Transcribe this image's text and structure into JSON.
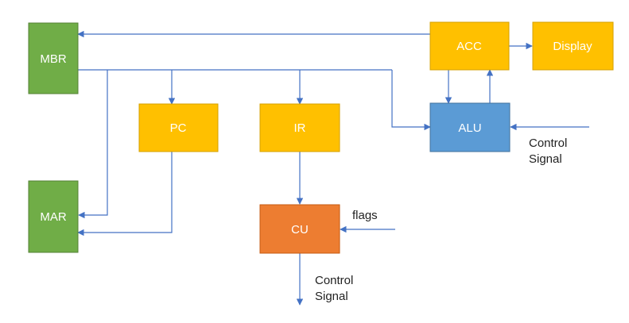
{
  "colors": {
    "green": "#70ad47",
    "green_stroke": "#538135",
    "yellow": "#ffc000",
    "yellow_stroke": "#d4a000",
    "blue": "#5b9bd5",
    "blue_stroke": "#41719c",
    "orange": "#ed7d31",
    "orange_stroke": "#c55a11",
    "arrow": "#4472c4"
  },
  "blocks": {
    "mbr": "MBR",
    "mar": "MAR",
    "pc": "PC",
    "ir": "IR",
    "cu": "CU",
    "acc": "ACC",
    "display": "Display",
    "alu": "ALU"
  },
  "labels": {
    "alu_control_line1": "Control",
    "alu_control_line2": "Signal",
    "cu_flags": "flags",
    "cu_control_line1": "Control",
    "cu_control_line2": "Signal"
  }
}
